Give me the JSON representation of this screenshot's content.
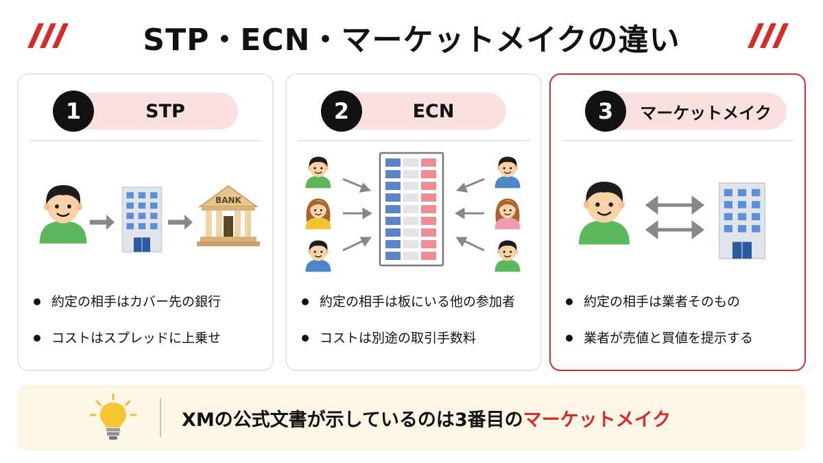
{
  "title": "STP・ECN・マーケットメイクの違い",
  "colors": {
    "accent": "#d62b2b",
    "pill": "#fbe0e0",
    "banner": "#fdf6e6",
    "buy_blue": "#5a86c9",
    "sell_red": "#ec8d93"
  },
  "cards": [
    {
      "number": "1",
      "name": "STP",
      "illustration": [
        "person-icon",
        "arrow-right-icon",
        "building-icon",
        "arrow-right-icon",
        "bank-icon"
      ],
      "bank_label": "BANK",
      "bullets": [
        "約定の相手はカバー先の銀行",
        "コストはスプレッドに上乗せ"
      ]
    },
    {
      "number": "2",
      "name": "ECN",
      "illustration": [
        "person-icon",
        "order-book-icon",
        "arrow-icon"
      ],
      "bullets": [
        "約定の相手は板にいる他の参加者",
        "コストは別途の取引手数料"
      ]
    },
    {
      "number": "3",
      "name": "マーケットメイク",
      "illustration": [
        "person-icon",
        "double-arrow-icon",
        "building-icon"
      ],
      "bullets": [
        "約定の相手は業者そのもの",
        "業者が売値と買値を提示する"
      ],
      "highlighted": true
    }
  ],
  "banner": {
    "icon": "lightbulb-icon",
    "text_main": "XMの公式文書が示しているのは3番目の",
    "text_accent": "マーケットメイク"
  }
}
